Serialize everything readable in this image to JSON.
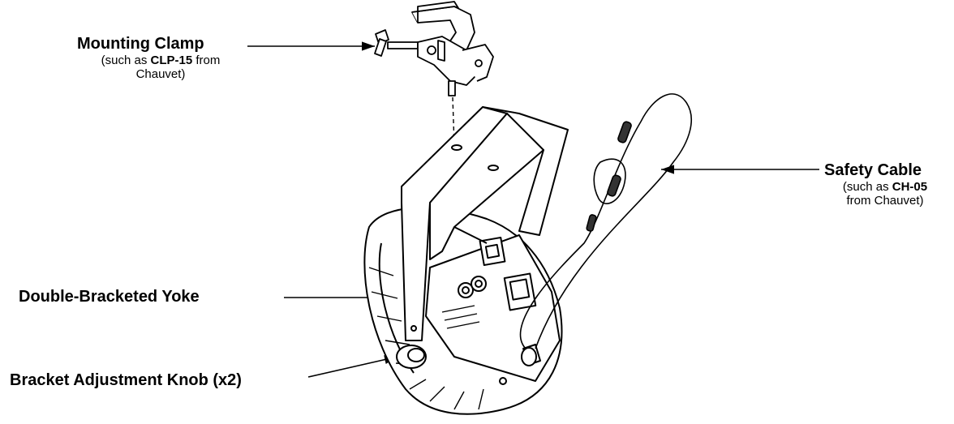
{
  "callouts": {
    "mounting_clamp": {
      "title": "Mounting Clamp",
      "sub_prefix": "(such as ",
      "sub_bold": "CLP-15",
      "sub_suffix": " from",
      "sub_line2": "Chauvet)"
    },
    "safety_cable": {
      "title": "Safety Cable",
      "sub_prefix": "(such as ",
      "sub_bold": "CH-05",
      "sub_line2": "from Chauvet)"
    },
    "yoke": {
      "title": "Double-Bracketed Yoke"
    },
    "knob": {
      "title": "Bracket Adjustment Knob (x2)"
    }
  }
}
